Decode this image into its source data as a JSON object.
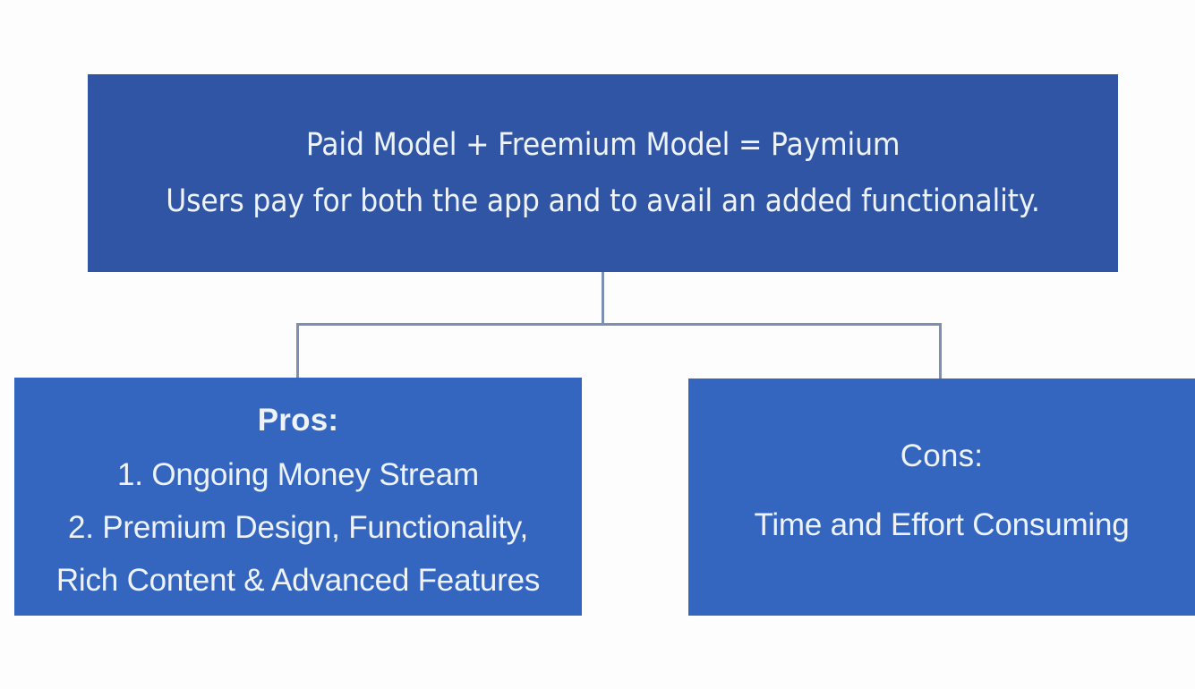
{
  "diagram": {
    "type": "hierarchy",
    "theme": {
      "background": "#fdfdfd",
      "root_fill": "#2F55A4",
      "leaf_fill": "#3566BF",
      "connector_color": "#7D8FB3",
      "text_color": "#eef3fa"
    },
    "root": {
      "id": "paymium-definition",
      "lines": [
        "Paid Model + Freemium Model = Paymium",
        "Users pay for both the app and to avail an added functionality."
      ]
    },
    "children": [
      {
        "id": "pros",
        "heading": "Pros:",
        "heading_bold": true,
        "lines": [
          "1. Ongoing Money Stream",
          "2. Premium Design, Functionality,",
          "Rich Content & Advanced Features"
        ]
      },
      {
        "id": "cons",
        "heading": "Cons:",
        "heading_bold": false,
        "lines": [
          "Time and Effort Consuming"
        ]
      }
    ]
  }
}
